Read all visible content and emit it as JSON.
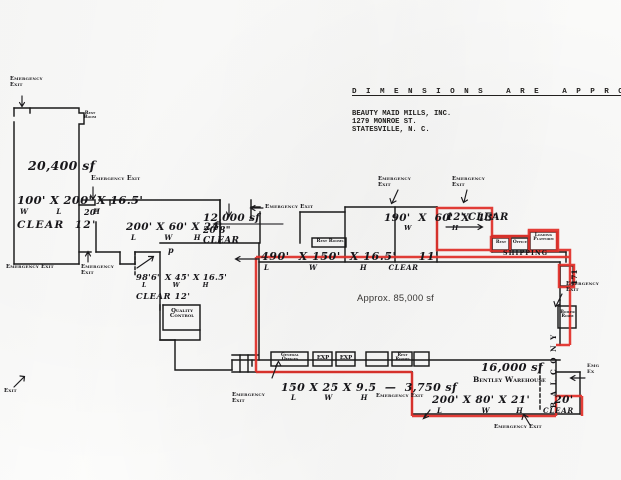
{
  "document": {
    "header_title": "D I M E N S I O N S   A R E   A P P R O X I M A T E",
    "company_block": "BEAUTY MAID MILLS, INC.\n1279 MONROE ST.\nSTATESVILLE, N. C.",
    "main_area_label": "Approx. 85,000 sf"
  },
  "colors": {
    "ink": "#17161a",
    "line": "#1a1a1a",
    "highlight_red": "#e8302a",
    "paper": "#fdfdfc"
  },
  "sections": [
    {
      "id": "northwest-block",
      "area": "20,400 sf",
      "dimensions": "100' X 200' X 16.5'",
      "dim_legend": "W        L         H",
      "clear": "CLEAR  12'"
    },
    {
      "id": "west-wing",
      "dimensions": "200' X 60' X 24'",
      "dim_legend": "L        W      H",
      "area": "12,000 sf",
      "clear": "20'8\"\nCLEAR"
    },
    {
      "id": "small-west-room",
      "dimensions": "98'6\" X 45' X 16.5'",
      "dim_legend": "L        W       H",
      "clear": "CLEAR 12'"
    },
    {
      "id": "main-floor",
      "dimensions": "490'  X 150'  X 16.5'     11'",
      "dim_legend": "L             W              H       CLEAR",
      "area": "Approx. 85,000 sf"
    },
    {
      "id": "north-wing",
      "dimensions": "190'  X  60'  X  13'",
      "dim_legend": "W            H",
      "clear": "12' CLEAR"
    },
    {
      "id": "office-strip",
      "dimensions": "150 X 25 X 9.5  —  3,750 sf",
      "dim_legend": "L        W        H"
    },
    {
      "id": "bentley-warehouse",
      "area": "16,000 sf",
      "name": "Bentley Warehouse",
      "dimensions": "200' X 80' X 21'      20'",
      "dim_legend": "L            W        H      CLEAR"
    }
  ],
  "rooms": [
    {
      "id": "rest-room-nw",
      "label": "Rest\nRoom"
    },
    {
      "id": "rest-rooms-center",
      "label": "Rest Rooms"
    },
    {
      "id": "quality-control",
      "label": "Quality\nControl"
    },
    {
      "id": "small-room-left",
      "label": ""
    },
    {
      "id": "general-offices",
      "label": "General\nOffices"
    },
    {
      "id": "exp-room-1",
      "label": "EXP"
    },
    {
      "id": "exp-room-2",
      "label": "EXP"
    },
    {
      "id": "rest-rooms-south",
      "label": "Rest\nRooms"
    },
    {
      "id": "rest-box-right",
      "label": "Rest"
    },
    {
      "id": "office-box-right",
      "label": "Office"
    },
    {
      "id": "loading-platform",
      "label": "Loading\nPlatform"
    },
    {
      "id": "boiler-room",
      "label": "Boiler\nRoom"
    },
    {
      "id": "balcony",
      "label": "B A L C O N Y"
    },
    {
      "id": "shipping",
      "label": "SHIPPING"
    },
    {
      "id": "marker-171",
      "label": "171"
    }
  ],
  "exits": [
    {
      "id": "exit-nw-top",
      "label": "Emergency\nExit"
    },
    {
      "id": "exit-west-mid",
      "label": "Emergency Exit"
    },
    {
      "id": "exit-sw-1",
      "label": "Emergency Exit"
    },
    {
      "id": "exit-sw-2",
      "label": "Emergency\nExit"
    },
    {
      "id": "exit-center-top",
      "label": "Emergency Exit"
    },
    {
      "id": "exit-north-1",
      "label": "Emergency\nExit"
    },
    {
      "id": "exit-north-2",
      "label": "Emergency\nExit"
    },
    {
      "id": "exit-east-mid",
      "label": "Emergency\nExit"
    },
    {
      "id": "exit-east-low",
      "label": "Emg\nEx"
    },
    {
      "id": "exit-south-low",
      "label": "Emergency Exit"
    },
    {
      "id": "exit-bottom-mid",
      "label": "Emergency Exit"
    },
    {
      "id": "exit-sw-bottom",
      "label": "Exit"
    }
  ],
  "callout_marks": [
    {
      "id": "dim-20ft-nw",
      "label": "20'"
    },
    {
      "id": "dim-tick-p",
      "label": "p"
    }
  ]
}
